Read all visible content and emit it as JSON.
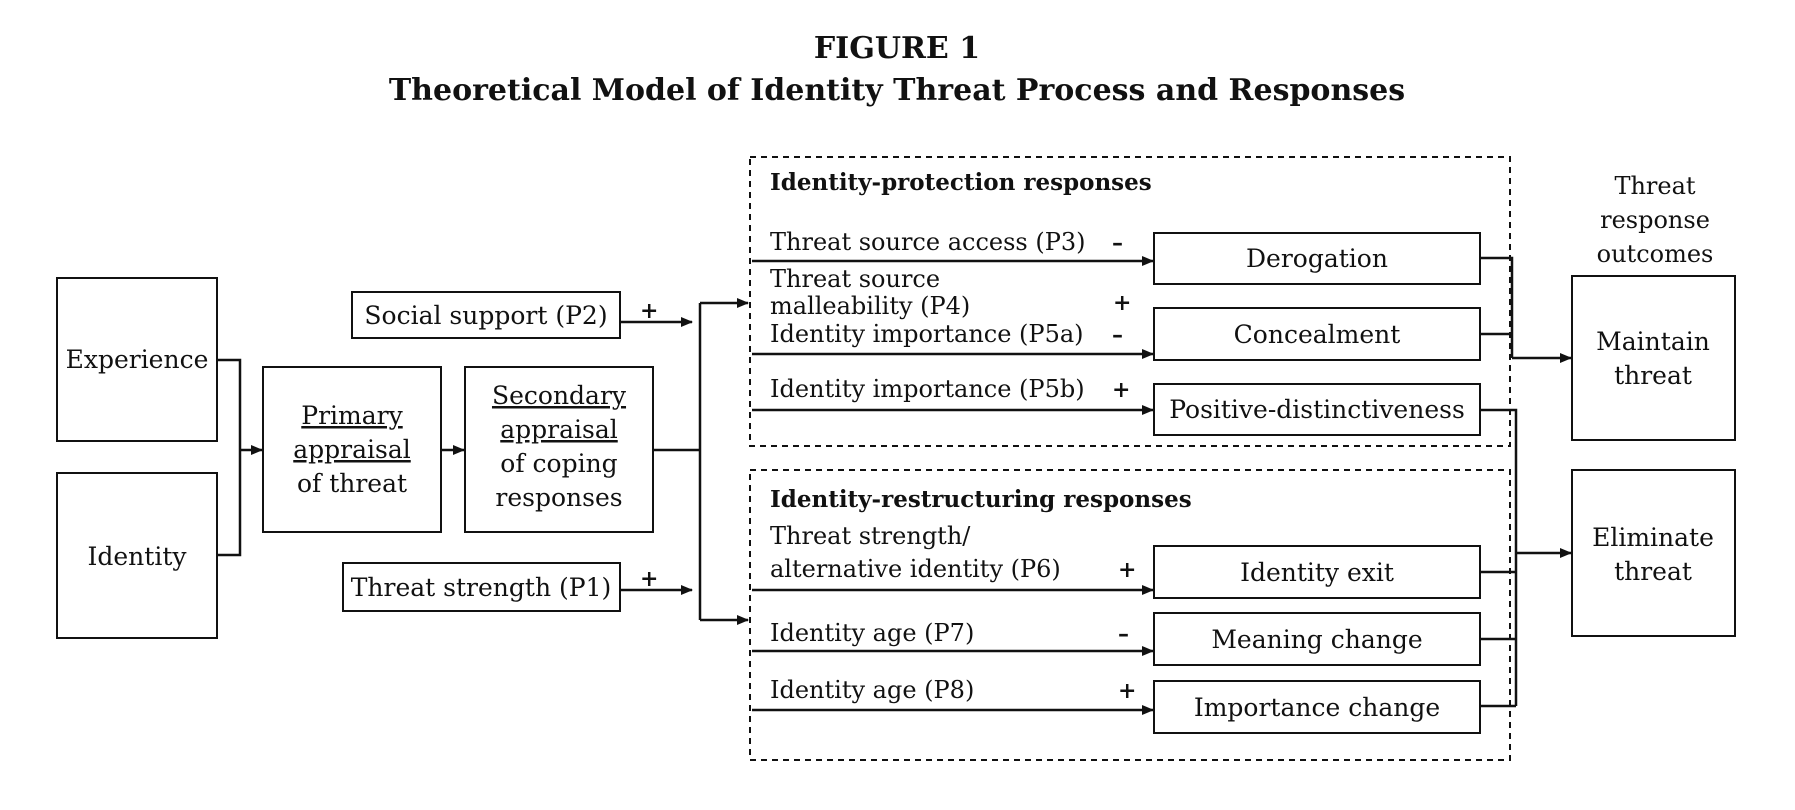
{
  "figure": {
    "label": "FIGURE 1",
    "title": "Theoretical Model of Identity Threat Process and Responses"
  },
  "inputs": {
    "experience": "Experience",
    "identity": "Identity"
  },
  "appraisal": {
    "primary_line1": "Primary",
    "primary_line2": "appraisal",
    "primary_line3": "of threat",
    "secondary_line1": "Secondary",
    "secondary_line2": "appraisal",
    "secondary_line3": "of coping",
    "secondary_line4": "responses"
  },
  "moderators": {
    "social_support": "Social support (P2)",
    "social_support_sign": "+",
    "threat_strength": "Threat strength (P1)",
    "threat_strength_sign": "+"
  },
  "protection": {
    "title": "Identity-protection responses",
    "p3_label": "Threat source access (P3)",
    "p3_sign": "–",
    "p4_label_line1": "Threat source",
    "p4_label_line2": "malleability (P4)",
    "p4_sign": "+",
    "p5a_label": "Identity importance (P5a)",
    "p5a_sign": "–",
    "p5b_label": "Identity importance (P5b)",
    "p5b_sign": "+",
    "derogation": "Derogation",
    "concealment": "Concealment",
    "positive_distinctiveness": "Positive-distinctiveness"
  },
  "restructuring": {
    "title": "Identity-restructuring responses",
    "p6_label_line1": "Threat strength/",
    "p6_label_line2": "alternative identity (P6)",
    "p6_sign": "+",
    "p7_label": "Identity age (P7)",
    "p7_sign": "–",
    "p8_label": "Identity age (P8)",
    "p8_sign": "+",
    "identity_exit": "Identity exit",
    "meaning_change": "Meaning change",
    "importance_change": "Importance change"
  },
  "outcomes": {
    "header_line1": "Threat",
    "header_line2": "response",
    "header_line3": "outcomes",
    "maintain_line1": "Maintain",
    "maintain_line2": "threat",
    "eliminate_line1": "Eliminate",
    "eliminate_line2": "threat"
  }
}
